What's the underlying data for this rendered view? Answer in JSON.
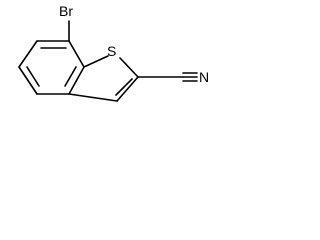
{
  "molecule": {
    "atoms": {
      "bromine": "Br",
      "sulfur": "S",
      "nitrogen": "N"
    }
  }
}
